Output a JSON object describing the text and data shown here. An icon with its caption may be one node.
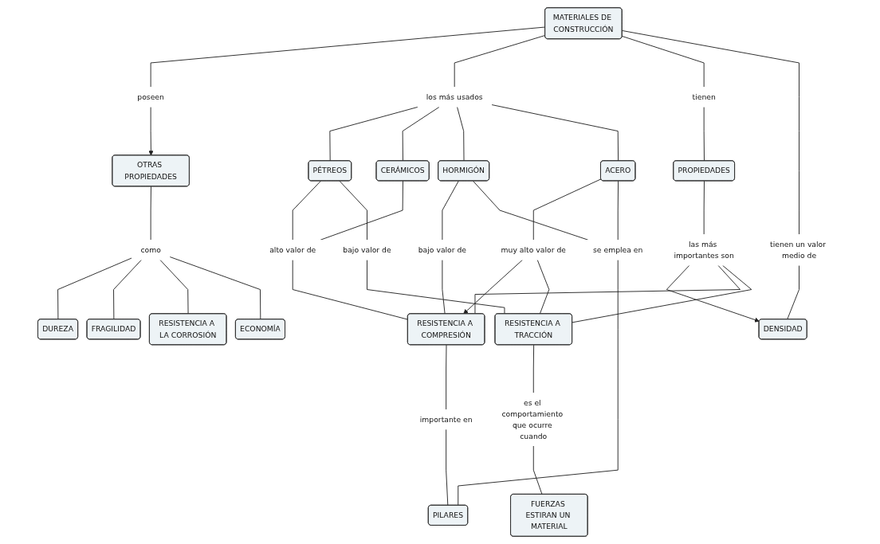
{
  "diagram": {
    "nodes": [
      {
        "text": [
          "MATERIALES DE CONSTRUCCIÓN"
        ]
      },
      {
        "text": [
          "poseen"
        ]
      },
      {
        "text": [
          "los más usados"
        ]
      },
      {
        "text": [
          "tienen"
        ]
      },
      {
        "text": [
          "OTRAS PROPIEDADES"
        ]
      },
      {
        "text": [
          "tienen un valor medio de"
        ]
      },
      {
        "text": [
          "como"
        ]
      },
      {
        "text": [
          "PROPIEDADES"
        ]
      },
      {
        "text": [
          "PÉTREOS"
        ]
      },
      {
        "text": [
          "CERÁMICOS"
        ]
      },
      {
        "text": [
          "HORMIGÓN"
        ]
      },
      {
        "text": [
          "ACERO"
        ]
      },
      {
        "text": [
          "DUREZA"
        ]
      },
      {
        "text": [
          "FRAGILIDAD"
        ]
      },
      {
        "text": [
          "RESISTENCIA A LA CORROSIÓN"
        ]
      },
      {
        "text": [
          "ECONOMÍA"
        ]
      },
      {
        "text": [
          "las más importantes son"
        ]
      },
      {
        "text": [
          "alto valor de"
        ]
      },
      {
        "text": [
          "muy alto valor de"
        ]
      },
      {
        "text": [
          "bajo valor de"
        ]
      },
      {
        "text": [
          "DENSIDAD"
        ]
      },
      {
        "text": [
          "bajo valor de"
        ]
      },
      {
        "text": [
          "RESISTENCIA A COMPRESIÓN"
        ]
      },
      {
        "text": [
          "se emplea en"
        ]
      },
      {
        "text": [
          "RESISTENCIA A TRACCIÓN"
        ]
      },
      {
        "text": [
          "importante en"
        ]
      },
      {
        "text": [
          "es el comportamiento que ocurre cuando"
        ]
      },
      {
        "text": [
          "PILARES"
        ]
      },
      {
        "text": [
          "FUERZAS ESTIRAN UN MATERIAL"
        ]
      }
    ],
    "edges": [
      {
        "from": 0,
        "to": 1,
        "arrow": "none"
      },
      {
        "from": 1,
        "to": 4,
        "arrow": "to"
      },
      {
        "from": 0,
        "to": 2,
        "arrow": "none"
      },
      {
        "from": 2,
        "to": 8,
        "arrow": "none"
      },
      {
        "from": 2,
        "to": 9,
        "arrow": "none"
      },
      {
        "from": 2,
        "to": 10,
        "arrow": "none"
      },
      {
        "from": 2,
        "to": 11,
        "arrow": "none"
      },
      {
        "from": 0,
        "to": 3,
        "arrow": "none"
      },
      {
        "from": 3,
        "to": 7,
        "arrow": "none"
      },
      {
        "from": 0,
        "to": 5,
        "arrow": "none"
      },
      {
        "from": 5,
        "to": 20,
        "arrow": "none"
      },
      {
        "from": 4,
        "to": 6,
        "arrow": "none"
      },
      {
        "from": 6,
        "to": 12,
        "arrow": "none"
      },
      {
        "from": 6,
        "to": 13,
        "arrow": "none"
      },
      {
        "from": 6,
        "to": 14,
        "arrow": "none"
      },
      {
        "from": 6,
        "to": 15,
        "arrow": "none"
      },
      {
        "from": 7,
        "to": 16,
        "arrow": "none"
      },
      {
        "from": 16,
        "to": 20,
        "arrow": "to"
      },
      {
        "from": 16,
        "to": 22,
        "arrow": "none"
      },
      {
        "from": 16,
        "to": 24,
        "arrow": "none"
      },
      {
        "from": 8,
        "to": 17,
        "arrow": "none"
      },
      {
        "from": 9,
        "to": 17,
        "arrow": "none"
      },
      {
        "from": 17,
        "to": 22,
        "arrow": "none"
      },
      {
        "from": 10,
        "to": 19,
        "arrow": "none"
      },
      {
        "from": 19,
        "to": 22,
        "arrow": "none"
      },
      {
        "from": 8,
        "to": 21,
        "arrow": "none"
      },
      {
        "from": 21,
        "to": 24,
        "arrow": "none"
      },
      {
        "from": 11,
        "to": 18,
        "arrow": "none"
      },
      {
        "from": 18,
        "to": 22,
        "arrow": "to"
      },
      {
        "from": 18,
        "to": 24,
        "arrow": "none"
      },
      {
        "from": 10,
        "to": 23,
        "arrow": "none"
      },
      {
        "from": 11,
        "to": 23,
        "arrow": "none"
      },
      {
        "from": 23,
        "to": 27,
        "arrow": "none"
      },
      {
        "from": 22,
        "to": 25,
        "arrow": "none"
      },
      {
        "from": 25,
        "to": 27,
        "arrow": "none"
      },
      {
        "from": 24,
        "to": 26,
        "arrow": "none"
      },
      {
        "from": 26,
        "to": 28,
        "arrow": "none"
      }
    ]
  }
}
